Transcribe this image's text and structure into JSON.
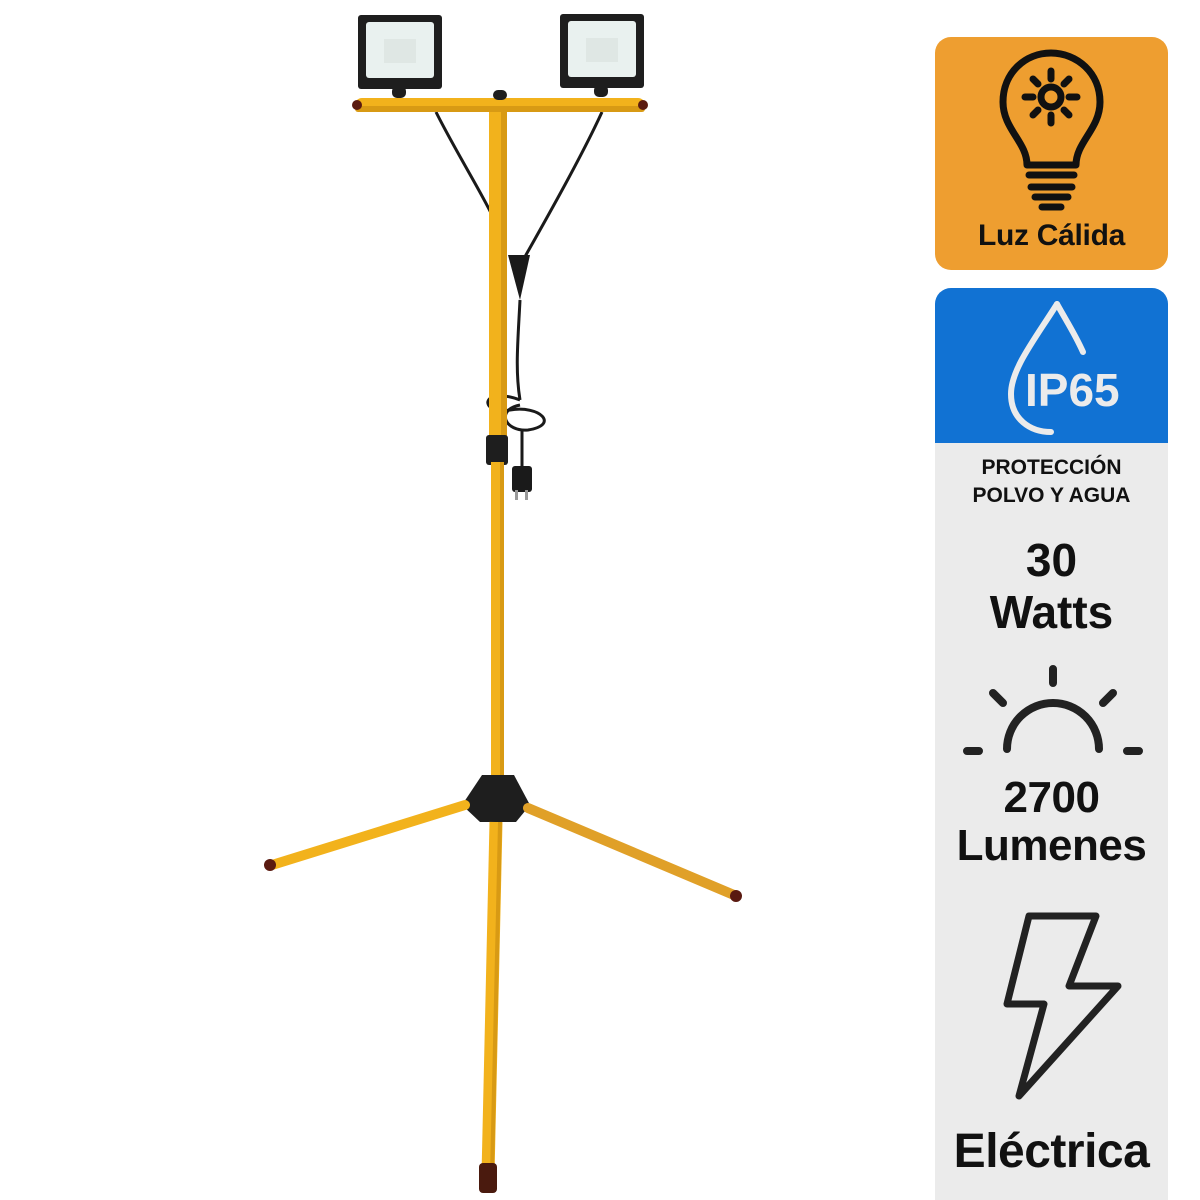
{
  "product": {
    "name": "tripod-work-light-double-led-floodlight",
    "colors": {
      "pole": "#f2b21c",
      "pole_shade": "#d48f12",
      "housing": "#1e1e1e",
      "lens": "#e9f1ef",
      "feet": "#5a1a10"
    }
  },
  "badges": {
    "warm_light": {
      "label": "Luz Cálida",
      "icon": "lightbulb-sun-icon",
      "bg": "#ee9e30"
    },
    "ip_rating": {
      "code": "IP65",
      "icon": "water-drop-icon",
      "line1": "PROTECCIÓN",
      "line2": "POLVO Y AGUA",
      "bg": "#1172d3"
    },
    "power": {
      "value": "30",
      "unit": "Watts"
    },
    "lumens": {
      "icon": "sunrise-icon",
      "value": "2700",
      "unit": "Lumenes"
    },
    "supply": {
      "icon": "lightning-bolt-icon",
      "label": "Eléctrica"
    },
    "panel_bg": "#ebebeb"
  }
}
